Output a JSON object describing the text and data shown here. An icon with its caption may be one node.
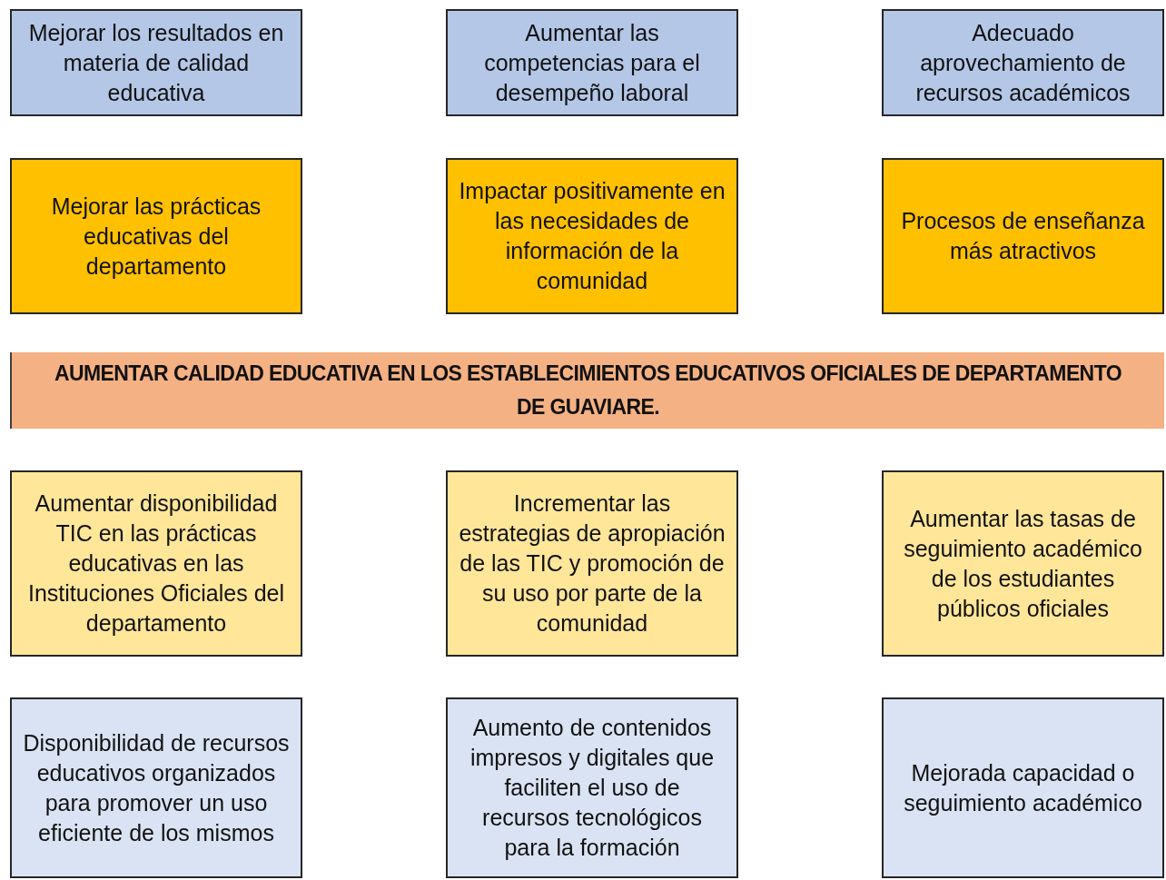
{
  "diagram": {
    "nodes": [
      {
        "text": [
          "Mejorar los resultados en materia de calidad educativa"
        ]
      },
      {
        "text": [
          "Aumentar las competencias para el desempeño laboral"
        ]
      },
      {
        "text": [
          "Adecuado aprovechamiento de recursos académicos"
        ]
      },
      {
        "text": [
          "Mejorar las prácticas educativas del departamento"
        ]
      },
      {
        "text": [
          "Impactar positivamente en las necesidades de información de la comunidad"
        ]
      },
      {
        "text": [
          "Procesos de enseñanza más atractivos"
        ]
      },
      {
        "text": [
          "AUMENTAR CALIDAD EDUCATIVA EN LOS ESTABLECIMIENTOS EDUCATIVOS OFICIALES DE DEPARTAMENTO DE GUAVIARE."
        ]
      },
      {
        "text": [
          "Aumentar disponibilidad TIC en las prácticas educativas en las Instituciones Oficiales del departamento"
        ]
      },
      {
        "text": [
          "Incrementar las estrategias de apropiación de las TIC y promoción de su uso por parte de la comunidad"
        ]
      },
      {
        "text": [
          "Aumentar las tasas de seguimiento académico de los estudiantes públicos oficiales"
        ]
      },
      {
        "text": [
          "Disponibilidad de recursos educativos organizados para promover un uso eficiente de los mismos"
        ]
      },
      {
        "text": [
          "Aumento de contenidos impresos y digitales que faciliten el uso de recursos tecnológicos para la formación"
        ]
      },
      {
        "text": [
          "Mejorada capacidad o seguimiento académico"
        ]
      }
    ],
    "edges": []
  }
}
